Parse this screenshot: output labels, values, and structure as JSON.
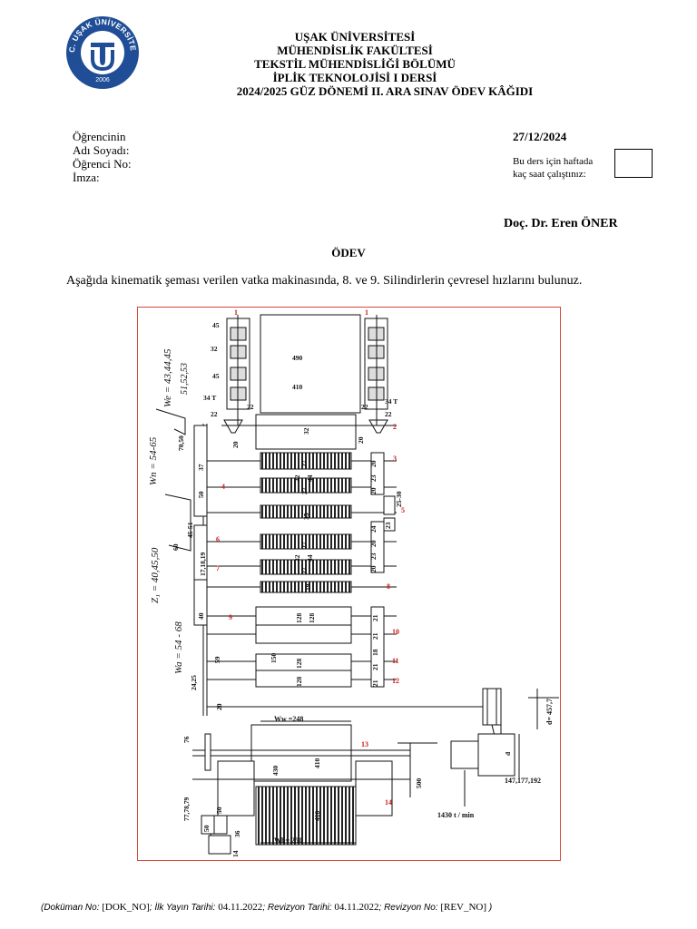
{
  "logo": {
    "ring_text": "T.C. UŞAK ÜNİVERSİTESİ",
    "year": "2006",
    "color": "#1f4e96"
  },
  "header": {
    "line1": "UŞAK ÜNİVERSİTESİ",
    "line2": "MÜHENDİSLİK FAKÜLTESİ",
    "line3": "TEKSTİL MÜHENDİSLİĞİ BÖLÜMÜ",
    "line4": "İPLİK TEKNOLOJİSİ I DERSİ",
    "line5": "2024/2025 GÜZ DÖNEMİ II. ARA SINAV ÖDEV KÂĞIDI"
  },
  "student": {
    "label1": "Öğrencinin",
    "label2": "Adı Soyadı:",
    "label3": "Öğrenci No:",
    "label4": "İmza:"
  },
  "date": "27/12/2024",
  "hours": {
    "line1": "Bu ders için haftada",
    "line2": "kaç saat çalıştınız:"
  },
  "teacher": "Doç. Dr. Eren ÖNER",
  "assignment_title": "ÖDEV",
  "question": "Aşağıda kinematik şeması verilen vatka makinasında, 8. ve 9. Silindirlerin çevresel hızlarını bulunuz.",
  "figure": {
    "border_color": "#d84b3a",
    "red_label_color": "#c8201a",
    "side_labels": {
      "we": "We = 43,44,45",
      "we2": "51,52,53",
      "wn": "Wn = 54-65",
      "z1": "Z₁ = 40,45,50",
      "wa": "Wa = 54 - 68"
    },
    "cylinder_numbers": [
      "1",
      "1",
      "2",
      "3",
      "4",
      "5",
      "6",
      "7",
      "8",
      "9",
      "10",
      "11",
      "12",
      "13",
      "14"
    ],
    "gear_labels": {
      "g45a": "45",
      "g32": "32",
      "g45b": "45",
      "g34l": "34 T",
      "g22a": "22",
      "g22b": "22",
      "g34r": "34 T",
      "g22c": "22",
      "g22d": "22",
      "g490": "490",
      "g410": "410",
      "g20l": "20",
      "g32c": "32",
      "g20r": "20",
      "g7050": "70,50",
      "g37": "37",
      "g27a": "27",
      "g32b": "32",
      "g44a": "44",
      "g27b": "27",
      "g20a": "20",
      "g23a": "23",
      "g20b": "20",
      "g50": "50",
      "g2530": "25-30",
      "g35": "35",
      "g4551": "45-51",
      "g60": "60",
      "g24": "24",
      "g23b": "23",
      "g171819": "17,18,19",
      "g27c": "27",
      "g32d": "32",
      "g44b": "44",
      "g27d": "27",
      "g20c": "20",
      "g23c": "23",
      "g20d": "20",
      "g19": "19",
      "g40": "40",
      "g128a": "128",
      "g128b": "128",
      "g21a": "21",
      "g21b": "21",
      "g18": "18",
      "g150": "150",
      "g59": "59",
      "g2425": "24,25",
      "g128c": "128",
      "g128d": "128",
      "g21c": "21",
      "g21d": "21",
      "g20e": "20",
      "ww": "Ww =248",
      "g410b": "410",
      "g76": "76",
      "g430": "430",
      "g410c": "410",
      "g500": "500",
      "g777879": "77,78,79",
      "g50b": "50",
      "g50c": "50",
      "g36": "36",
      "g14": "14",
      "wb": "Wb= 250",
      "d4577": "d= 457,7",
      "dsmall": "d",
      "motor": "147,177,192",
      "rpm": "1430 t / min"
    }
  },
  "footer": {
    "doc_label": "(Doküman No:",
    "doc_no": "[DOK_NO]",
    "pub_label": "; İlk Yayın Tarihi:",
    "pub_date": "04.11.2022",
    "rev_label": ";  Revizyon Tarihi:",
    "rev_date": "04.11.2022",
    "revno_label": "; Revizyon No:",
    "rev_no": "[REV_NO]",
    "close": ")"
  }
}
